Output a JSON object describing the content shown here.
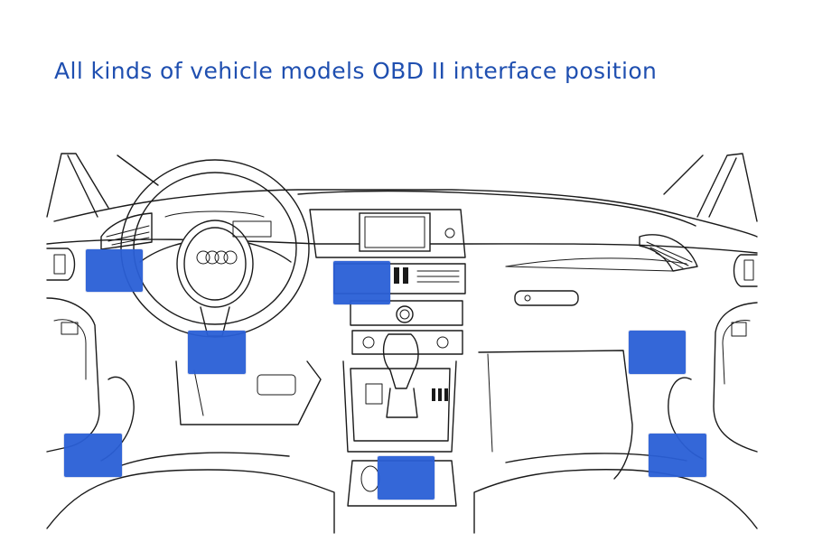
{
  "title": "All kinds of vehicle models OBD II interface position",
  "colors": {
    "title": "#1f4fb0",
    "marker": "#2a5fd6",
    "line": "#1a1a1a",
    "background": "#ffffff"
  },
  "markers": [
    {
      "id": "left-dash-side"
    },
    {
      "id": "under-steering-column"
    },
    {
      "id": "center-console-upper"
    },
    {
      "id": "left-footwell"
    },
    {
      "id": "center-console-lower"
    },
    {
      "id": "right-dash-under-glovebox"
    },
    {
      "id": "right-footwell"
    }
  ]
}
